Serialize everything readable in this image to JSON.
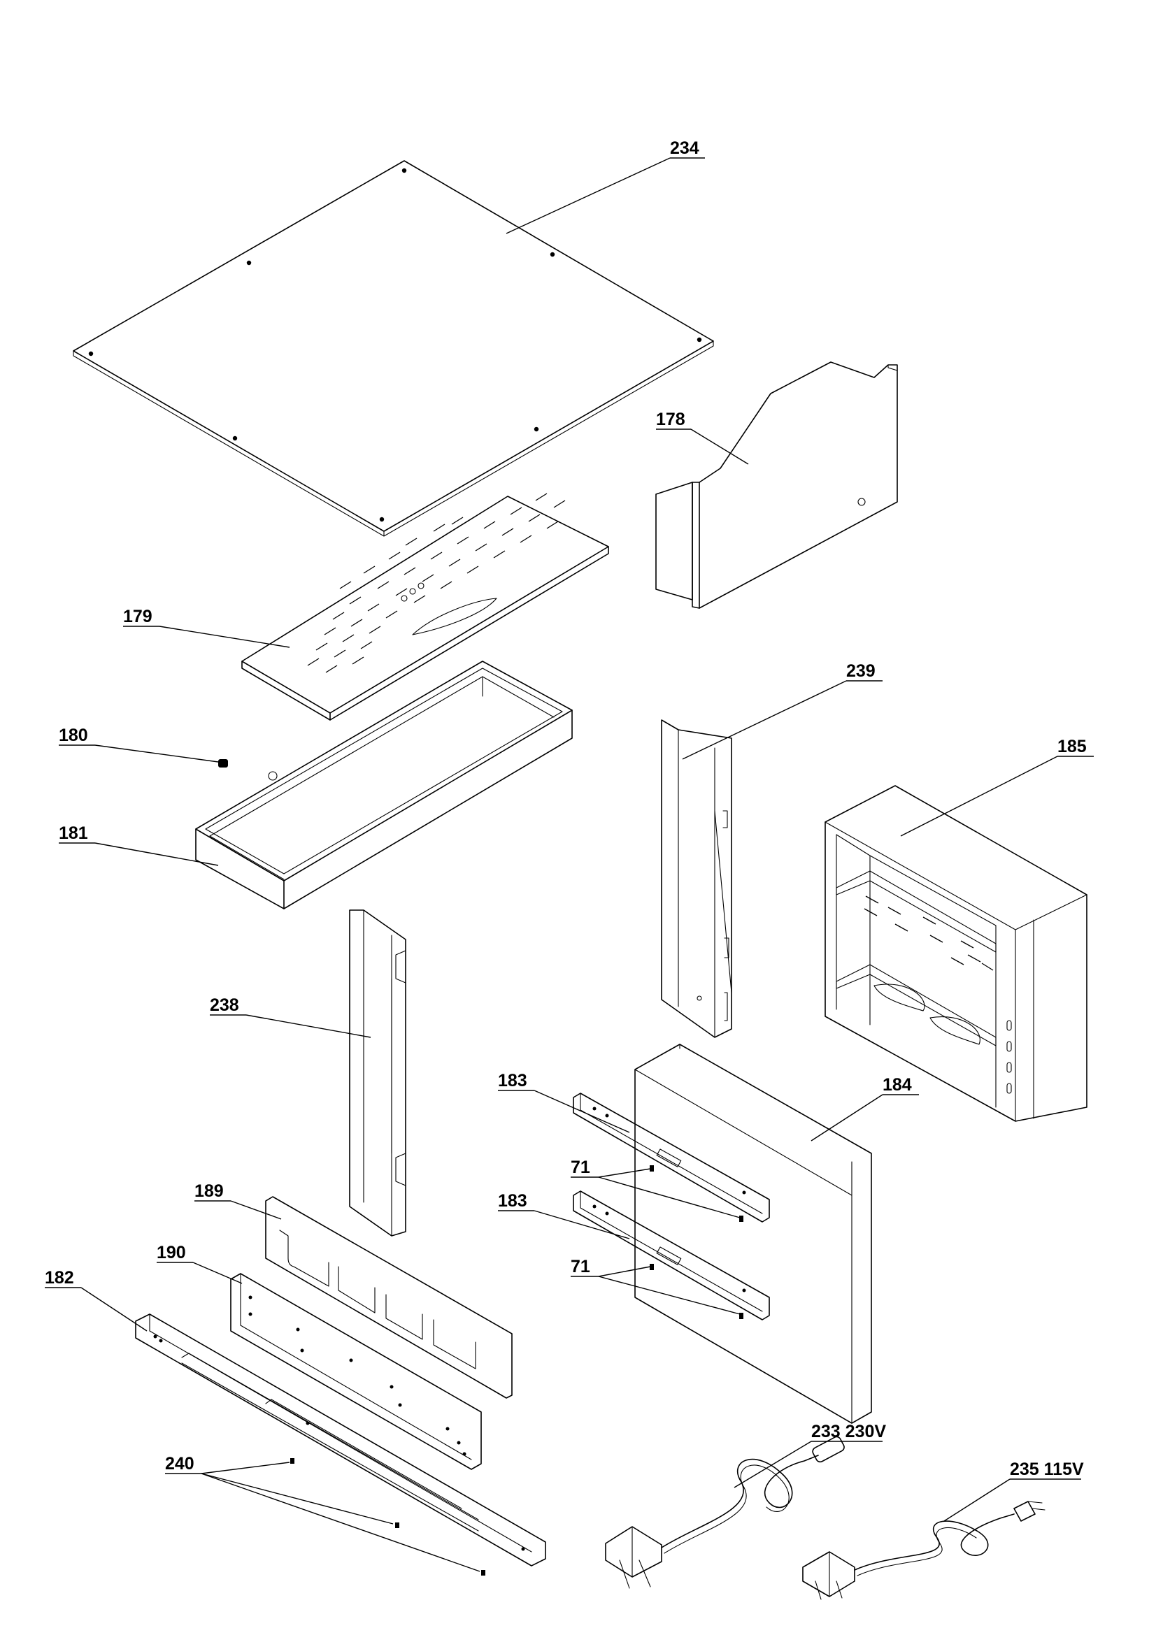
{
  "callouts": {
    "p234": "234",
    "p178": "178",
    "p179": "179",
    "p180": "180",
    "p181": "181",
    "p239": "239",
    "p185": "185",
    "p238": "238",
    "p183a": "183",
    "p184": "184",
    "p71a": "71",
    "p183b": "183",
    "p189": "189",
    "p190": "190",
    "p71b": "71",
    "p182": "182",
    "p233": "233 230V",
    "p240": "240",
    "p235": "235 115V"
  },
  "icons": [
    "cover-plate",
    "chute-panel",
    "grille",
    "knob",
    "tray",
    "bracket",
    "frame",
    "front-panel",
    "rail",
    "screw",
    "plate",
    "power-cord"
  ]
}
